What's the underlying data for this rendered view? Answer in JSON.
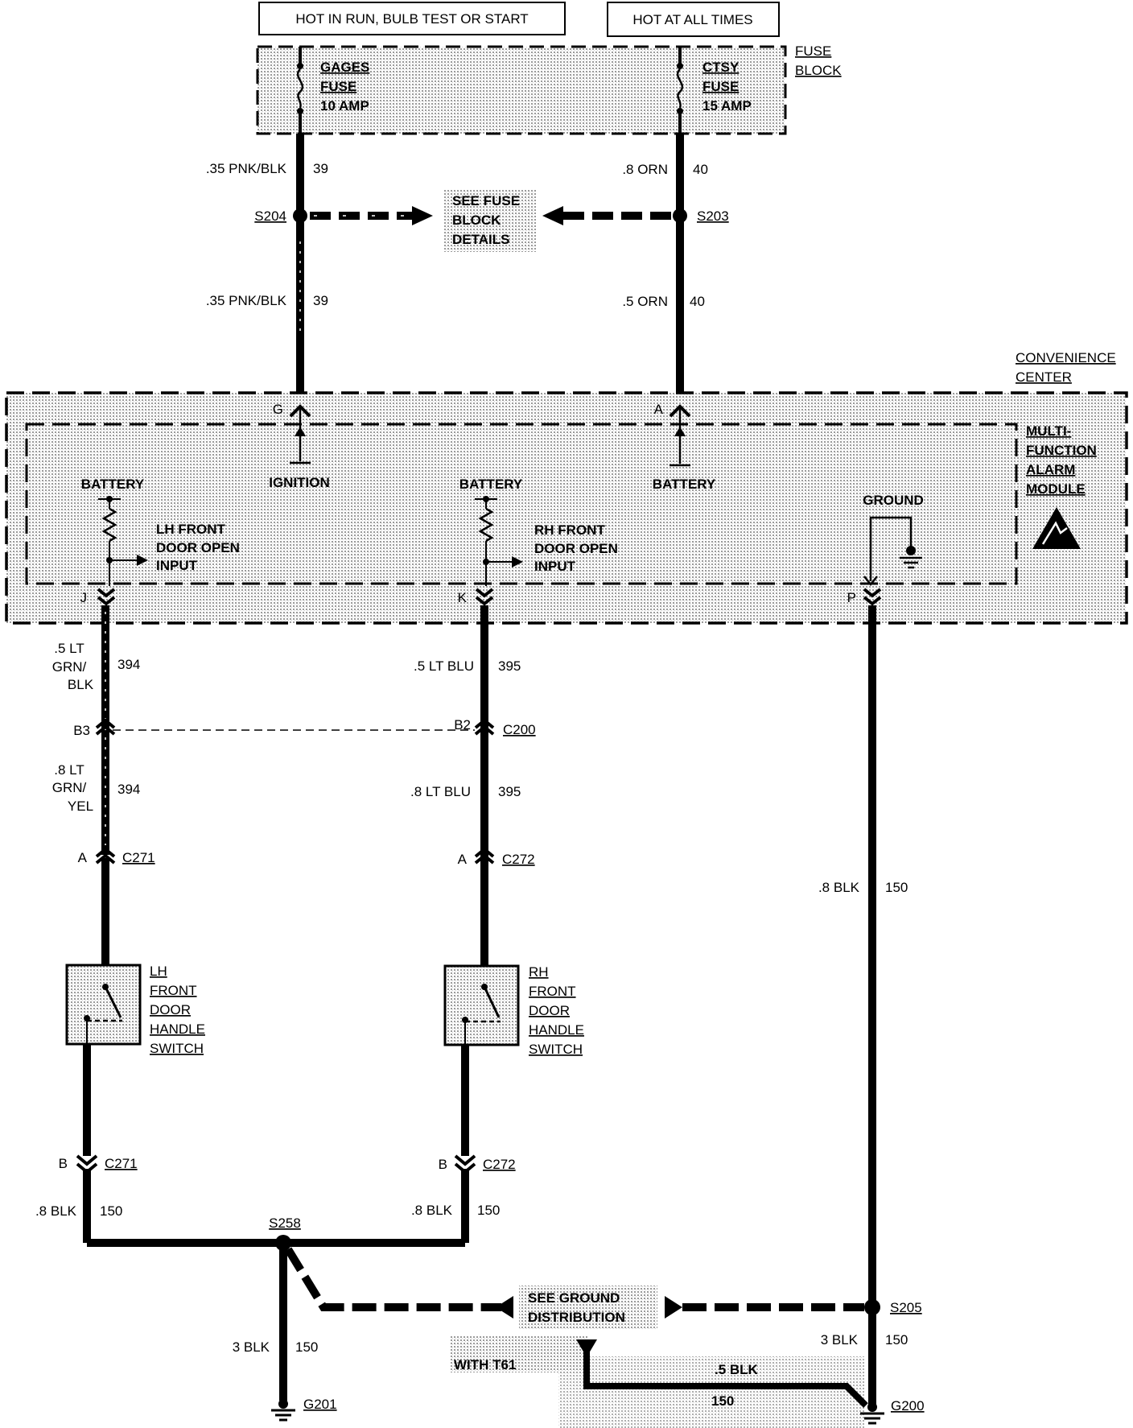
{
  "power": {
    "run_label": "HOT IN RUN, BULB TEST OR START",
    "always_label": "HOT AT ALL TIMES"
  },
  "fuse_block": {
    "title_line1": "FUSE",
    "title_line2": "BLOCK",
    "gages_fuse": [
      "GAGES",
      "FUSE",
      "10 AMP"
    ],
    "ctsy_fuse": [
      "CTSY",
      "FUSE",
      "15 AMP"
    ]
  },
  "wires": {
    "w39_upper": {
      "gauge": ".35 PNK/BLK",
      "circuit": "39"
    },
    "w39_lower": {
      "gauge": ".35 PNK/BLK",
      "circuit": "39"
    },
    "w40_upper": {
      "gauge": ".8 ORN",
      "circuit": "40"
    },
    "w40_lower": {
      "gauge": ".5 ORN",
      "circuit": "40"
    },
    "w394_upper": {
      "gauge": [
        ".5 LT",
        "GRN/",
        "BLK"
      ],
      "circuit": "394"
    },
    "w394_lower": {
      "gauge": [
        ".8 LT",
        "GRN/",
        "YEL"
      ],
      "circuit": "394"
    },
    "w395_upper": {
      "gauge": ".5 LT BLU",
      "circuit": "395"
    },
    "w395_lower": {
      "gauge": ".8 LT BLU",
      "circuit": "395"
    },
    "w150_right": {
      "gauge": ".8 BLK",
      "circuit": "150"
    },
    "w150_lh": {
      "gauge": ".8 BLK",
      "circuit": "150"
    },
    "w150_rh": {
      "gauge": ".8 BLK",
      "circuit": "150"
    },
    "w150_g201": {
      "gauge": "3 BLK",
      "circuit": "150"
    },
    "w150_g200": {
      "gauge": "3 BLK",
      "circuit": "150"
    },
    "w150_t61": {
      "gauge": ".5 BLK",
      "circuit": "150"
    }
  },
  "splices": {
    "s204": "S204",
    "s203": "S203",
    "s258": "S258",
    "s205": "S205"
  },
  "see_fuse": [
    "SEE FUSE",
    "BLOCK",
    "DETAILS"
  ],
  "see_ground": [
    "SEE GROUND",
    "DISTRIBUTION"
  ],
  "with_t61": "WITH T61",
  "convenience_center": [
    "CONVENIENCE",
    "CENTER"
  ],
  "module": {
    "name": [
      "MULTI-",
      "FUNCTION",
      "ALARM",
      "MODULE"
    ],
    "battery_lh": "BATTERY",
    "ignition": "IGNITION",
    "battery_rh": "BATTERY",
    "battery_a": "BATTERY",
    "ground": "GROUND",
    "lh_input": [
      "LH FRONT",
      "DOOR OPEN",
      "INPUT"
    ],
    "rh_input": [
      "RH FRONT",
      "DOOR OPEN",
      "INPUT"
    ]
  },
  "pins": {
    "g": "G",
    "a": "A",
    "j": "J",
    "k": "K",
    "p": "P",
    "b3": "B3",
    "b2": "B2",
    "a_c271": "A",
    "a_c272": "A",
    "b_c271": "B",
    "b_c272": "B"
  },
  "connectors": {
    "c200": "C200",
    "c271_top": "C271",
    "c272_top": "C272",
    "c271_bot": "C271",
    "c272_bot": "C272"
  },
  "switches": {
    "lh": [
      "LH",
      "FRONT",
      "DOOR",
      "HANDLE",
      "SWITCH"
    ],
    "rh": [
      "RH",
      "FRONT",
      "DOOR",
      "HANDLE",
      "SWITCH"
    ]
  },
  "grounds": {
    "g201": "G201",
    "g200": "G200"
  }
}
